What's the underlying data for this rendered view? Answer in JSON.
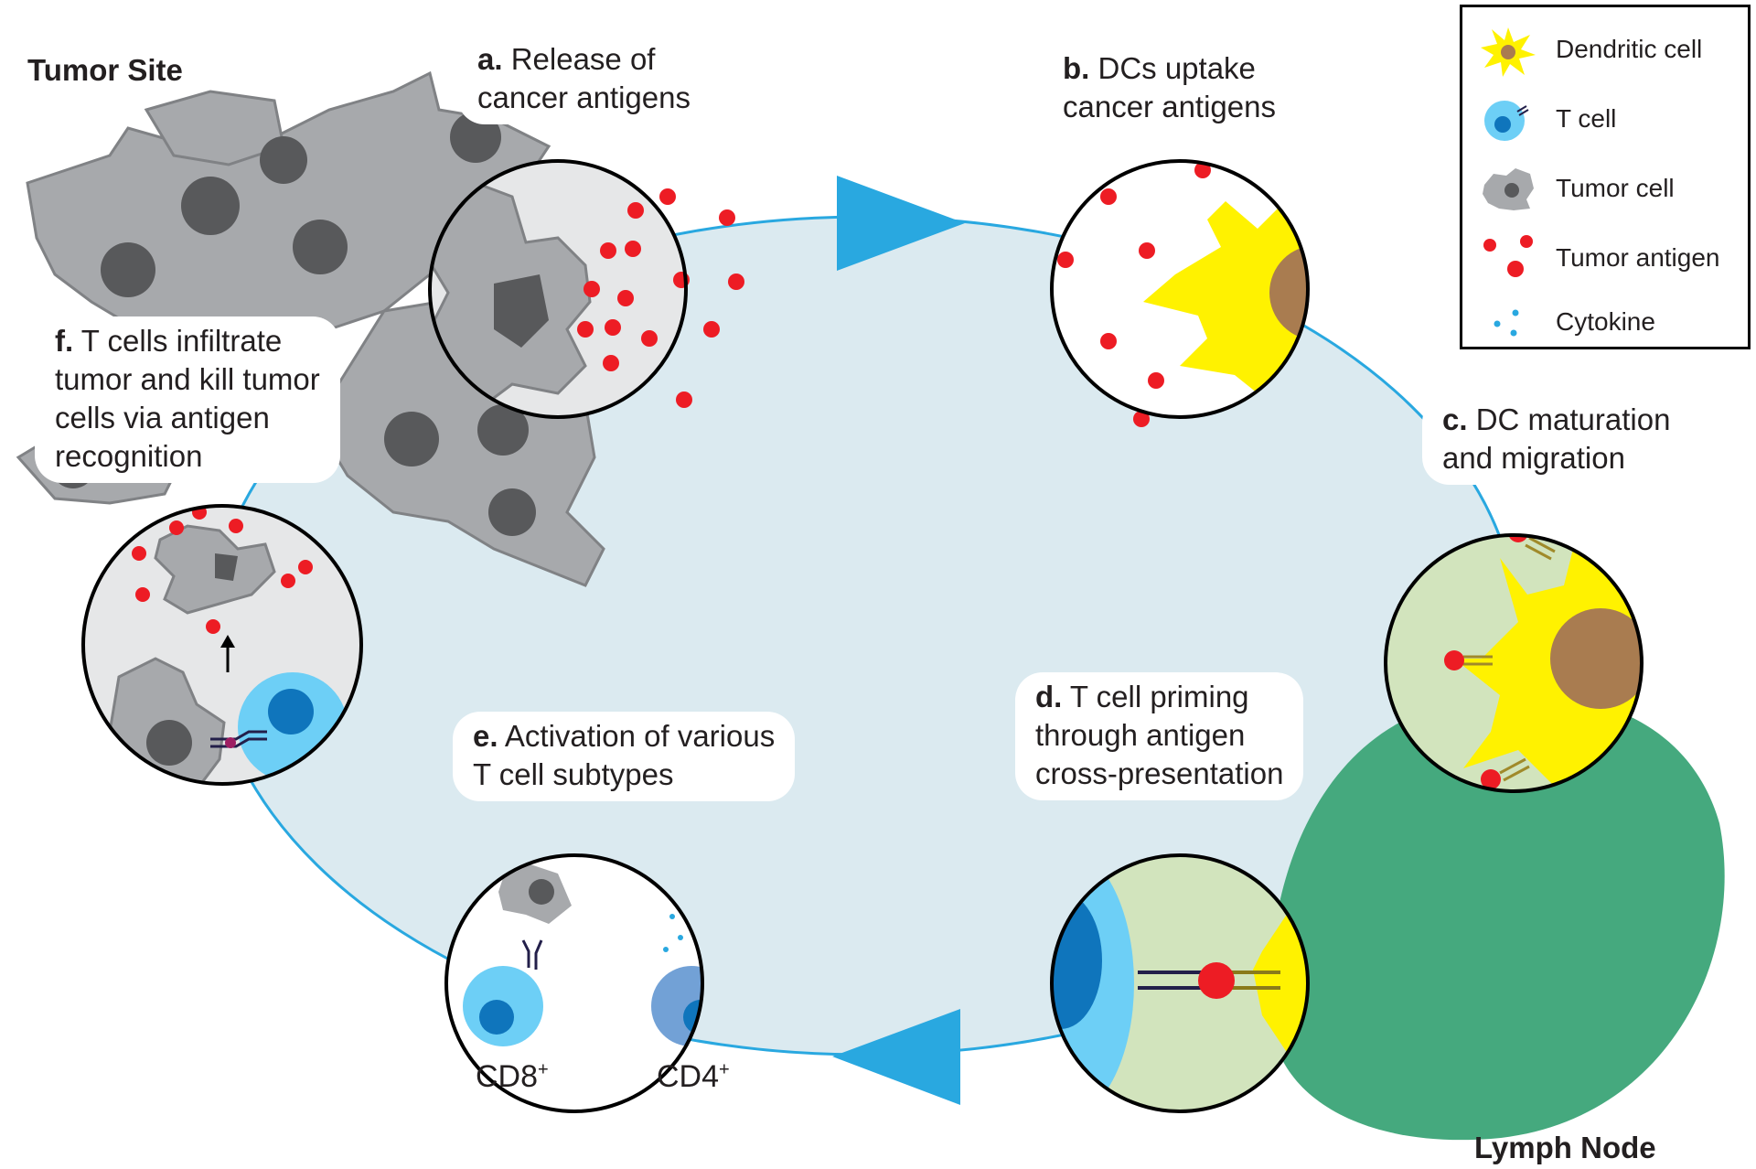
{
  "sites": {
    "tumor_site": "Tumor Site",
    "lymph_node": "Lymph Node"
  },
  "steps": [
    {
      "letter": "a.",
      "text": "Release of\ncancer antigens"
    },
    {
      "letter": "b.",
      "text": "DCs uptake\ncancer antigens"
    },
    {
      "letter": "c.",
      "text": "DC maturation\nand migration"
    },
    {
      "letter": "d.",
      "text": "T cell priming\nthrough antigen\ncross-presentation"
    },
    {
      "letter": "e.",
      "text": "Activation of various\nT cell subtypes"
    },
    {
      "letter": "f.",
      "text": "T cells infiltrate\ntumor and kill tumor\ncells via antigen\nrecognition"
    }
  ],
  "cell_labels": {
    "cd8": "CD8",
    "cd8_sup": "+",
    "cd4": "CD4",
    "cd4_sup": "+"
  },
  "legend": [
    {
      "icon": "dendritic-cell-icon",
      "label": "Dendritic cell"
    },
    {
      "icon": "t-cell-icon",
      "label": "T cell"
    },
    {
      "icon": "tumor-cell-icon",
      "label": "Tumor cell"
    },
    {
      "icon": "tumor-antigen-icon",
      "label": "Tumor antigen"
    },
    {
      "icon": "cytokine-icon",
      "label": "Cytokine"
    }
  ],
  "colors": {
    "cycle_fill": "#dbeaf0",
    "cycle_stroke": "#29a8e0",
    "arrow": "#29a8e0",
    "lymph_node": "#45a97e",
    "lymph_inner": "#d2e4bd",
    "dendritic": "#fff200",
    "dendritic_nucleus": "#a97c50",
    "t_cell": "#6dcff6",
    "t_cell_nucleus": "#0f75bc",
    "cd4_cell": "#72a1d6",
    "tumor_cell": "#a7a9ac",
    "tumor_nucleus": "#58595b",
    "antigen": "#ed1c24"
  }
}
